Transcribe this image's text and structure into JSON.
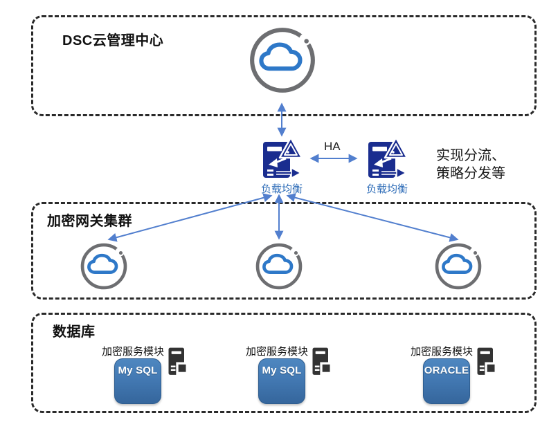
{
  "sections": {
    "top": {
      "title": "DSC云管理中心"
    },
    "middle": {
      "title": "加密网关集群"
    },
    "bottom": {
      "title": "数据库"
    }
  },
  "load_balancers": [
    {
      "label": "负载均衡"
    },
    {
      "label": "负载均衡"
    }
  ],
  "ha_label": "HA",
  "side_note": {
    "line1": "实现分流、",
    "line2": "策略分发等"
  },
  "databases": [
    {
      "module_label": "加密服务模块",
      "name": "My SQL"
    },
    {
      "module_label": "加密服务模块",
      "name": "My SQL"
    },
    {
      "module_label": "加密服务模块",
      "name": "ORACLE"
    }
  ],
  "icons": {
    "management_node": "cloud-icon",
    "gateway_nodes": [
      "cloud-icon",
      "cloud-icon",
      "cloud-icon"
    ],
    "load_balancer": "load-balancer-icon",
    "database_host": "server-tower-icon"
  },
  "colors": {
    "arrow_blue": "#527fce",
    "lb_navy": "#1a2d8f",
    "lb_label_blue": "#2f6db8",
    "db_box_blue": "#4379b3",
    "cloud_blue": "#2e78c8",
    "circle_gray": "#6d6e71",
    "dash_border": "#2a2a2a",
    "server_dark": "#333333"
  }
}
